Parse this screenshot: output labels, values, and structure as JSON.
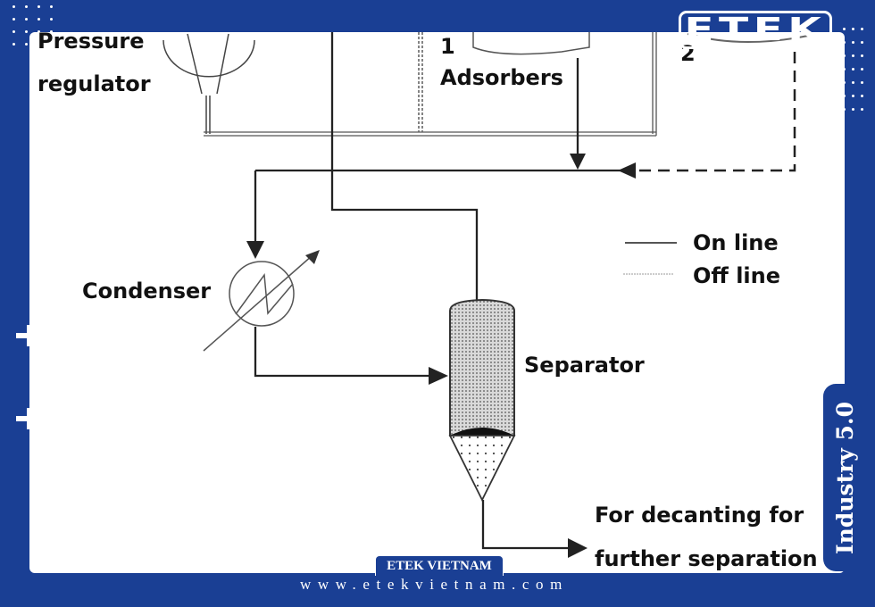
{
  "brand": {
    "logo_text": "ETEK",
    "badge": "ETEK VIETNAM",
    "website": "www.etekvietnam.com",
    "side_tab": "Industry 5.0",
    "colors": {
      "frame_blue": "#1a3f94",
      "panel": "#ffffff",
      "ink": "#111111"
    }
  },
  "diagram": {
    "labels": {
      "pressure_regulator_line1": "Pressure",
      "pressure_regulator_line2": "regulator",
      "adsorber_1_number": "1",
      "adsorbers": "Adsorbers",
      "adsorber_2_number": "2",
      "condenser": "Condenser",
      "separator": "Separator",
      "output_line1": "For decanting for",
      "output_line2": "further separation"
    },
    "legend": [
      {
        "label": "On line",
        "style": "solid"
      },
      {
        "label": "Off line",
        "style": "dotted"
      }
    ]
  }
}
